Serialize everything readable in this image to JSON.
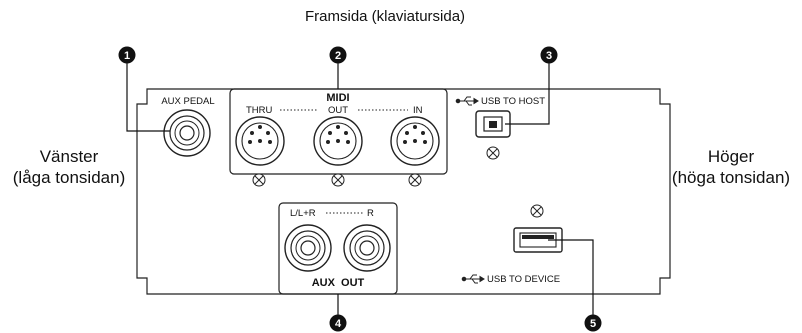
{
  "labels": {
    "top": "Framsida (klaviatursida)",
    "left_line1": "Vänster",
    "left_line2": "(låga tonsidan)",
    "right_line1": "Höger",
    "right_line2": "(höga tonsidan)"
  },
  "panel": {
    "aux_pedal": "AUX PEDAL",
    "midi": "MIDI",
    "thru": "THRU",
    "out": "OUT",
    "in": "IN",
    "usb_to_host": "USB TO HOST",
    "aux_out_top": "L/L+R",
    "aux_out_r": "R",
    "aux_out": "AUX  OUT",
    "usb_to_device": "USB TO DEVICE"
  },
  "callouts": [
    "1",
    "2",
    "3",
    "4",
    "5"
  ]
}
